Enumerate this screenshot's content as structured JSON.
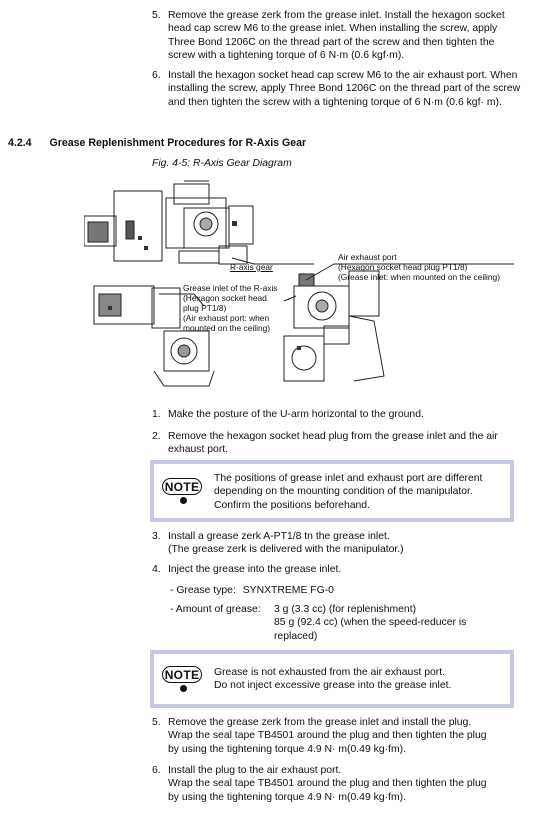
{
  "top_steps": [
    {
      "num": "5.",
      "text": "Remove the grease zerk from the grease inlet.  Install the hexagon socket head cap screw M6 to the grease inlet.  When installing the screw, apply Three Bond 1206C on the thread part of the screw and then tighten the screw with a tightening torque of 6 N·m (0.6 kgf·m)."
    },
    {
      "num": "6.",
      "text": "Install the hexagon socket head cap screw M6 to the air exhaust port. When installing the screw, apply Three Bond 1206C on the thread part of the screw and then tighten the screw with a tightening torque of 6 N·m (0.6 kgf· m)."
    }
  ],
  "section": {
    "number": "4.2.4",
    "title": "Grease Replenishment Procedures for R-Axis Gear"
  },
  "figure": {
    "caption": "Fig. 4-5: R-Axis Gear Diagram",
    "labels": {
      "r_axis_gear": "R-axis gear",
      "grease_inlet": [
        "Grease inlet of the R-axis",
        "(Hexagon socket head",
        "plug PT1/8)",
        "(Air exhaust port: when",
        "mounted on the ceiling)"
      ],
      "air_exhaust": [
        "Air exhaust port",
        "(Hexagon socket head plug PT1/8)",
        "(Grease inlet: when mounted on the ceiling)"
      ]
    }
  },
  "steps": [
    {
      "num": "1.",
      "text": "Make the posture of the U-arm horizontal to the ground."
    },
    {
      "num": "2.",
      "text": "Remove the hexagon socket head plug from the grease inlet and the air exhaust port."
    }
  ],
  "note1": {
    "badge": "NOTE",
    "lines": [
      "The positions of grease inlet and exhaust port are different",
      "depending on the mounting condition of the manipulator.",
      "Confirm the positions beforehand."
    ]
  },
  "steps2": [
    {
      "num": "3.",
      "lines": [
        "Install a grease zerk A-PT1/8 tn the grease inlet.",
        "(The grease zerk is delivered with the manipulator.)"
      ]
    },
    {
      "num": "4.",
      "lines": [
        "Inject the grease into the grease inlet."
      ]
    }
  ],
  "grease_type": {
    "label": "- Grease type:",
    "value": "SYNXTREME FG-0"
  },
  "grease_amount": {
    "label": "- Amount of grease:",
    "values": [
      "3 g (3.3 cc) (for replenishment)",
      "85 g (92.4 cc) (when the speed-reducer is",
      "replaced)"
    ]
  },
  "note2": {
    "badge": "NOTE",
    "lines": [
      "Grease is not exhausted from the air exhaust port.",
      "Do not inject excessive grease into the grease inlet."
    ]
  },
  "steps3": [
    {
      "num": "5.",
      "lines": [
        "Remove the grease zerk from the grease inlet and install the plug.",
        "Wrap the seal tape TB4501 around the plug and then tighten the plug",
        "by using the tightening torque 4.9 N· m(0.49 kg·fm)."
      ]
    },
    {
      "num": "6.",
      "lines": [
        "Install the plug to the air exhaust port.",
        "Wrap the seal tape TB4501 around the plug and then tighten the plug",
        "by using the tightening torque 4.9 N· m(0.49 kg·fm)."
      ]
    }
  ]
}
